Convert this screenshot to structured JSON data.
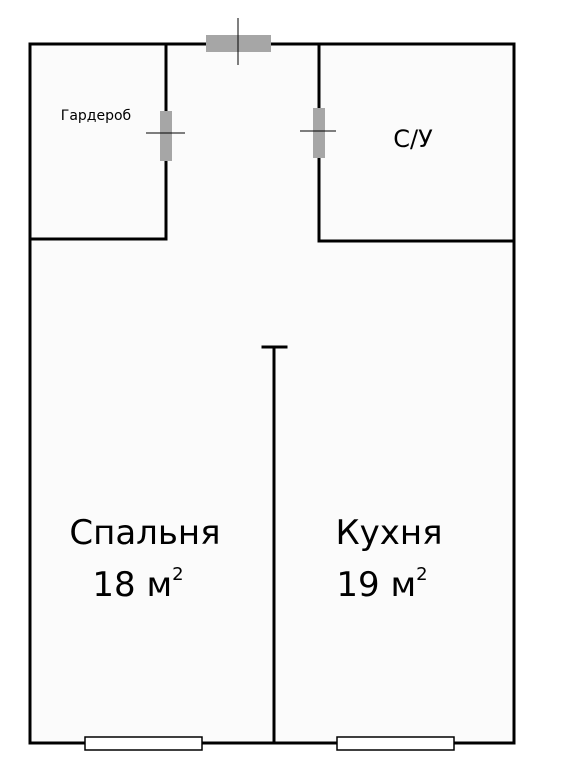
{
  "rooms": {
    "wardrobe": {
      "name": "Гардероб"
    },
    "bathroom": {
      "name": "С/У"
    },
    "bedroom": {
      "name": "Спальня",
      "area": "18 м",
      "area_sup": "2"
    },
    "kitchen": {
      "name": "Кухня",
      "area": "19 м",
      "area_sup": "2"
    }
  },
  "colors": {
    "wall": "#000000",
    "door": "#a6a6a6",
    "window": "#ffffff",
    "floor": "#fbfbfb"
  }
}
